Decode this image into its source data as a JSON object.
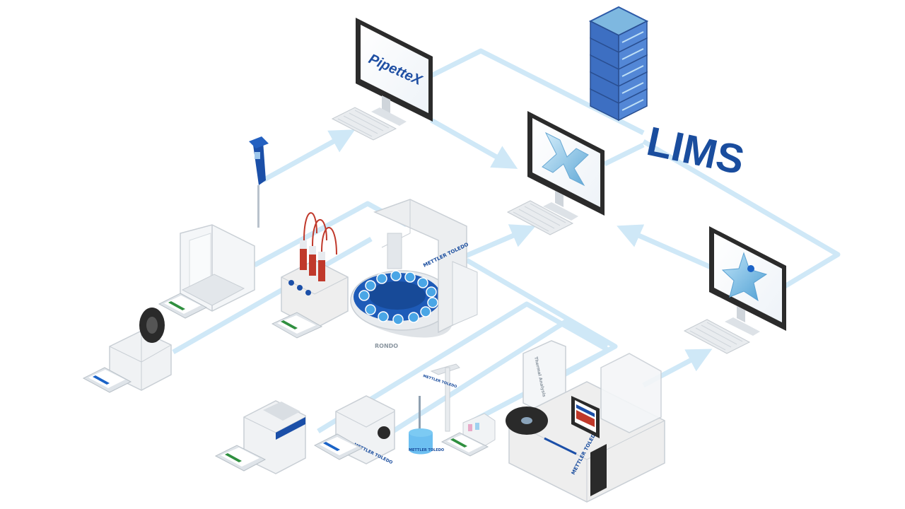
{
  "lims": {
    "label": "LIMS"
  },
  "software": {
    "pipette": {
      "label": "PipetteX"
    }
  },
  "brand": {
    "name": "METTLER TOLEDO",
    "thermal_label": "Thermal Analysis",
    "rondo_badge": "RONDO"
  },
  "colors": {
    "network_line": "#cfe8f7",
    "brand_blue": "#1a4d9e",
    "server_body": "#3d6fc2",
    "server_rack": "#7eb8e0",
    "screen_frame": "#2b2b2b",
    "instrument_body": "#eeeeee",
    "accent_blue": "#1b63c7"
  },
  "icons": {
    "labx": "x-logo-icon",
    "star": "star-logo-icon",
    "server": "server-stack-icon"
  }
}
